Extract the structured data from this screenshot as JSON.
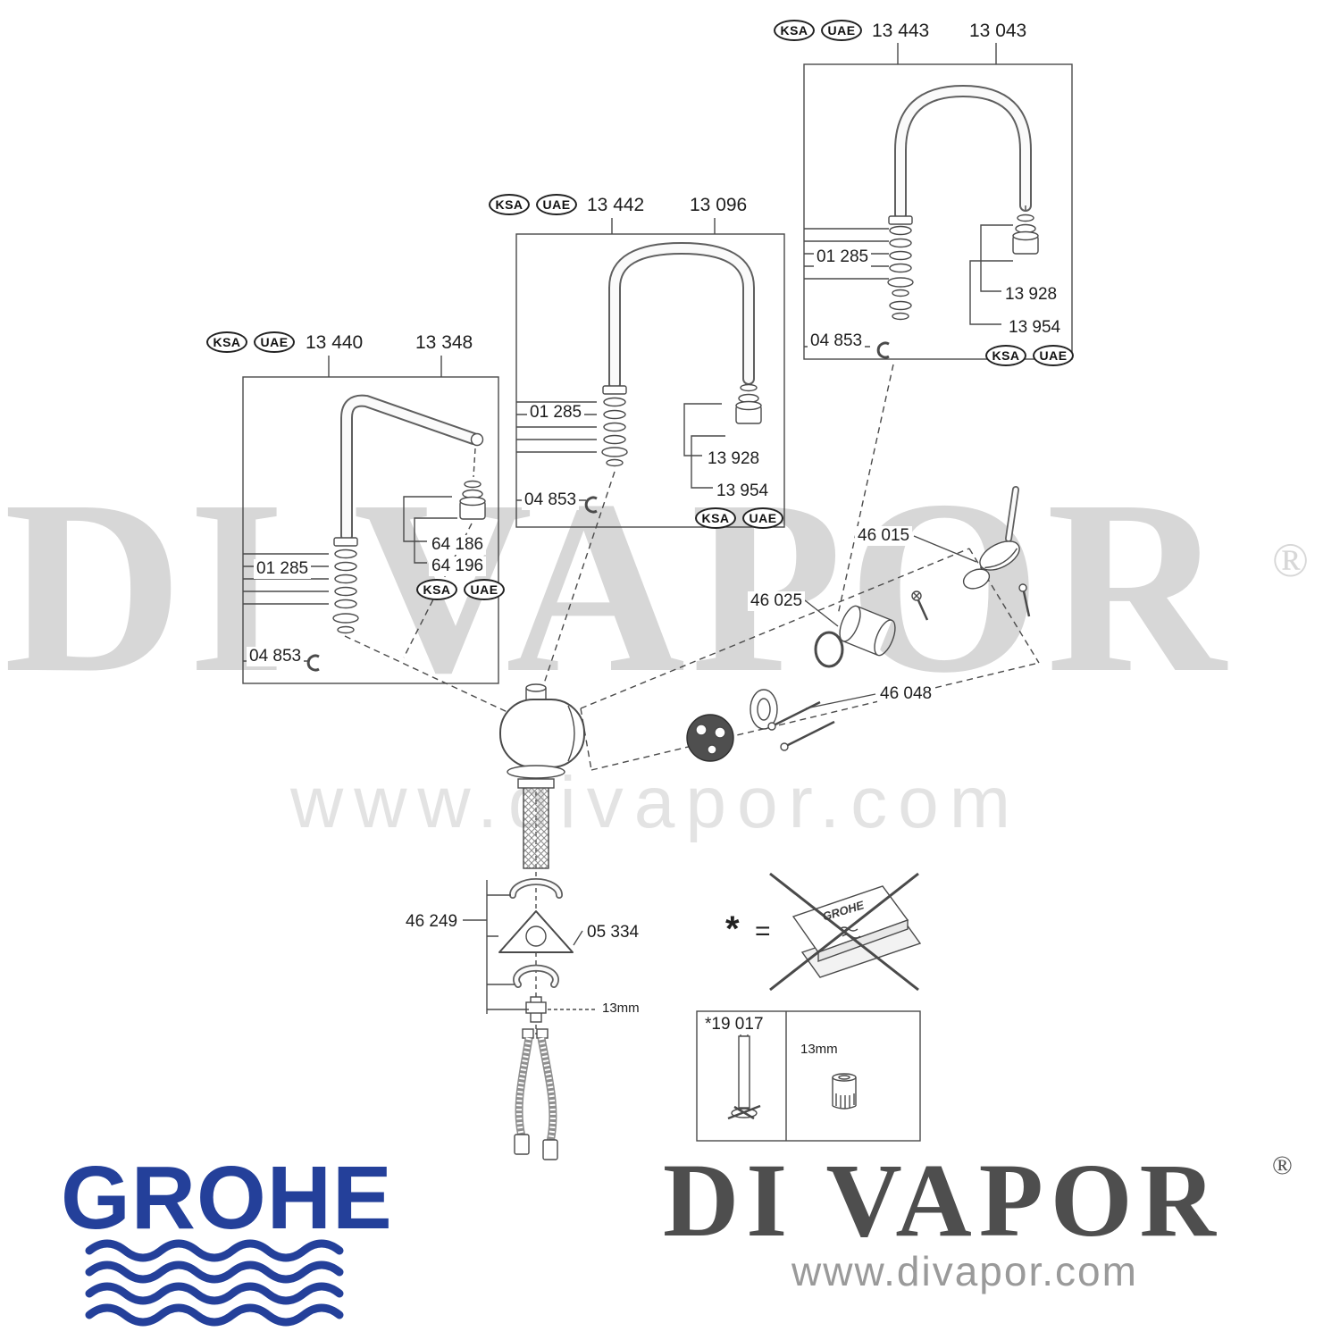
{
  "watermark": {
    "brand": "DI VAPOR",
    "reg": "®",
    "url": "www.divapor.com"
  },
  "badges": {
    "ksa": "KSA",
    "uae": "UAE"
  },
  "assemblies": {
    "left": {
      "part_number": "13 440",
      "alt_part_number": "13 348",
      "oring_label": "01 285",
      "clip_label": "04 853",
      "mousseur_label": "64 186",
      "mousseur_alt_label": "64 196"
    },
    "middle": {
      "part_number": "13 442",
      "alt_part_number": "13 096",
      "oring_label": "01 285",
      "clip_label": "04 853",
      "mousseur_label": "13 928",
      "mousseur_alt_label": "13 954"
    },
    "right": {
      "part_number": "13 443",
      "alt_part_number": "13 043",
      "oring_label": "01 285",
      "clip_label": "04 853",
      "mousseur_label": "13 928",
      "mousseur_alt_label": "13 954"
    }
  },
  "cartridge_group": {
    "lever_label": "46 015",
    "sleeve_label": "46 025",
    "cap_label": "46 048"
  },
  "body_group": {
    "fixing_set_label": "46 249",
    "wedge_label": "05 334",
    "nut_size_label": "13mm"
  },
  "note": {
    "asterisk": "*",
    "equals": "=",
    "plate_brand": "GROHE"
  },
  "tool_box": {
    "tool_label": "*19 017",
    "socket_size_label": "13mm"
  },
  "footer": {
    "grohe_logo": "GROHE",
    "divapor_logo": "DI VAPOR",
    "divapor_reg": "®",
    "divapor_url": "www.divapor.com"
  },
  "colors": {
    "grohe_blue": "#24409a",
    "line_gray": "#4a4a4a",
    "watermark_gray": "#d7d7d7",
    "footer_gray": "#4e4e4e"
  }
}
